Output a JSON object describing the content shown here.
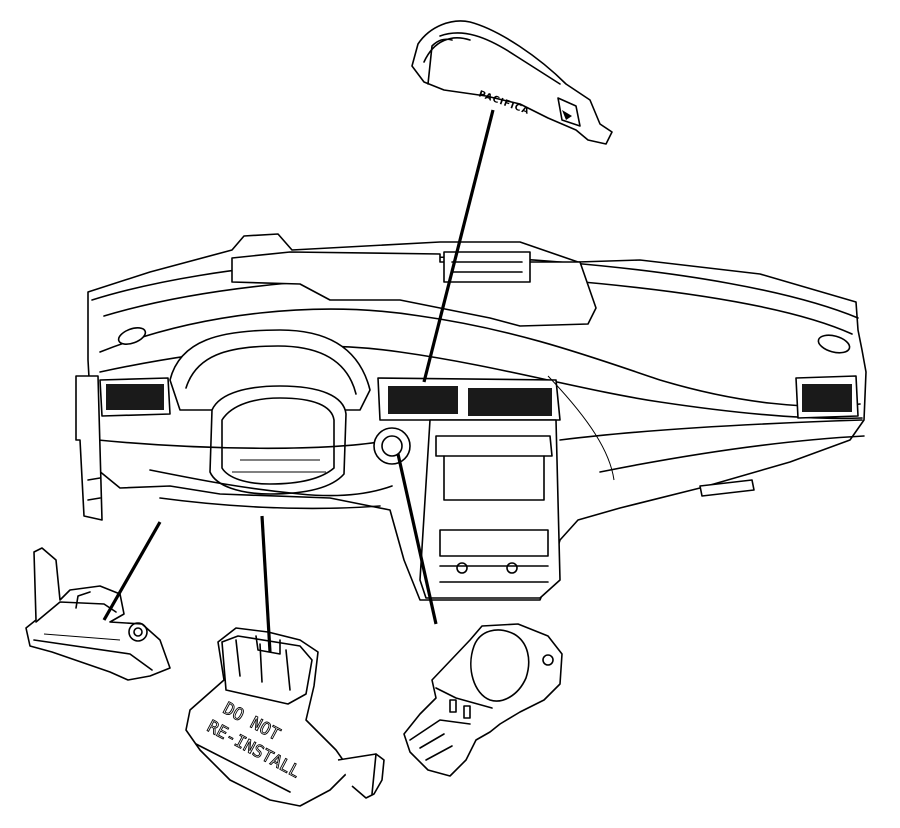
{
  "labels": {
    "badge_text": "PACIFICA",
    "stamp_line1": "DO NOT",
    "stamp_line2": "RE-INSTALL"
  }
}
